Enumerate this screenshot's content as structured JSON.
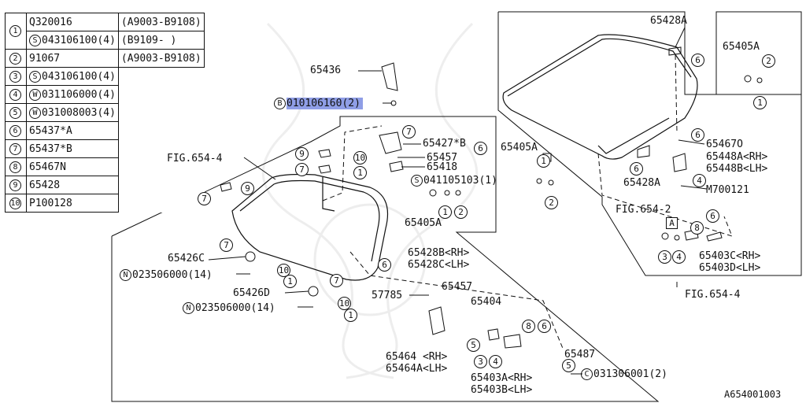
{
  "legend": {
    "rows": [
      {
        "num": "1",
        "part": "Q320016",
        "note": "(A9003-B9108)"
      },
      {
        "num": "",
        "prefix": "S",
        "part": "043106100(4)",
        "note": "(B9109- )"
      },
      {
        "num": "2",
        "part": "91067",
        "note": "(A9003-B9108)"
      },
      {
        "num": "3",
        "prefix": "S",
        "part": "043106100(4)",
        "note": ""
      },
      {
        "num": "4",
        "prefix": "W",
        "part": "031106000(4)",
        "note": ""
      },
      {
        "num": "5",
        "prefix": "W",
        "part": "031008003(4)",
        "note": ""
      },
      {
        "num": "6",
        "part": "65437*A",
        "note": ""
      },
      {
        "num": "7",
        "part": "65437*B",
        "note": ""
      },
      {
        "num": "8",
        "part": "65467N",
        "note": ""
      },
      {
        "num": "9",
        "part": "65428",
        "note": ""
      },
      {
        "num": "10",
        "part": "P100128",
        "note": ""
      }
    ]
  },
  "labels": {
    "l65436": "65436",
    "highlight_prefix": "B",
    "highlight_part": "010106160(2)",
    "fig6544_left": "FIG.654-4",
    "l65427b": "65427*B",
    "l65457a": "65457",
    "l65418": "65418",
    "s041105103_prefix": "S",
    "s041105103": "041105103(1)",
    "l65405a_mid": "65405A",
    "l65405a_mid2": "65405A",
    "l65428b": "65428B<RH>",
    "l65428c": "65428C<LH>",
    "l65426c": "65426C",
    "n023_1_prefix": "N",
    "n023_1": "023506000(14)",
    "l65426d": "65426D",
    "n023_2_prefix": "N",
    "n023_2": "023506000(14)",
    "l57785": "57785",
    "l65457b": "65457",
    "l65404": "65404",
    "l65464": "65464 <RH>",
    "l65464a": "65464A<LH>",
    "l65403a": "65403A<RH>",
    "l65403b": "65403B<LH>",
    "l65487": "65487",
    "c031306001_prefix": "C",
    "c031306001": "031306001(2)",
    "l65428a_top": "65428A",
    "l65405a_right": "65405A",
    "l65467o": "65467O",
    "l65448a": "65448A<RH>",
    "l65448b": "65448B<LH>",
    "l65428a_mid": "65428A",
    "m700121": "M700121",
    "fig6542": "FIG.654-2",
    "box_a": "A",
    "l65403c": "65403C<RH>",
    "l65403d": "65403D<LH>",
    "fig6544_right": "FIG.654-4",
    "diagram_id": "A654001003"
  },
  "callouts": [
    "7",
    "10",
    "1",
    "6",
    "1",
    "2",
    "1",
    "2",
    "9",
    "7",
    "9",
    "7",
    "7",
    "10",
    "1",
    "7",
    "10",
    "1",
    "3",
    "4",
    "5",
    "5",
    "8",
    "6",
    "6",
    "2",
    "1",
    "6",
    "4",
    "8",
    "6",
    "3",
    "4"
  ]
}
